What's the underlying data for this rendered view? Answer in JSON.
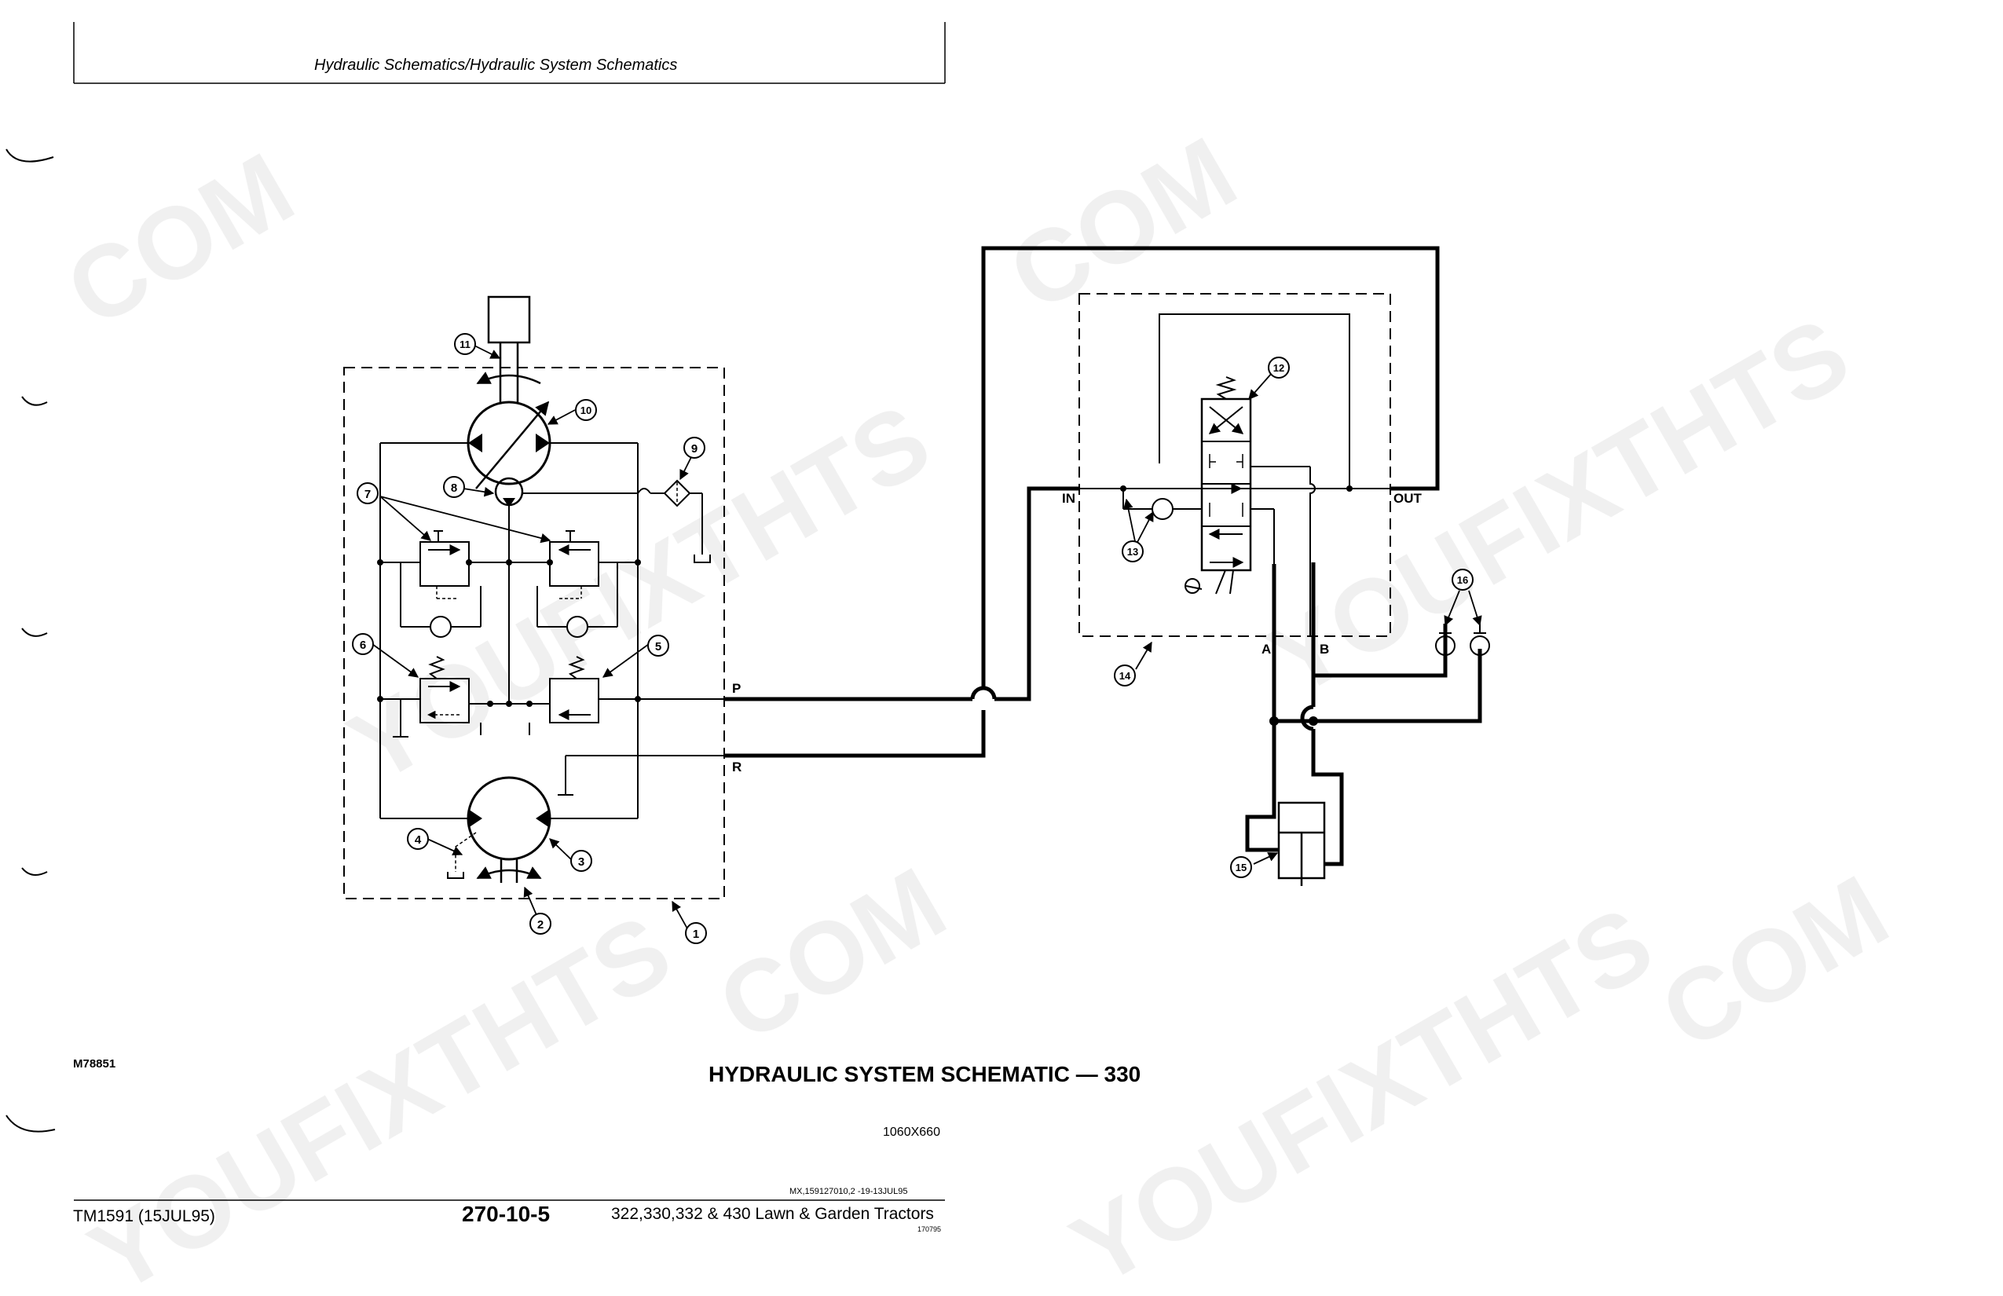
{
  "header": {
    "title": "Hydraulic Schematics/Hydraulic System Schematics"
  },
  "figure": {
    "id": "M78851",
    "title": "HYDRAULIC SYSTEM SCHEMATIC — 330",
    "size_code": "1060X660"
  },
  "footer": {
    "doc_code": "MX,159127010,2 -19-13JUL95",
    "manual_id": "TM1591 (15JUL95)",
    "page_number": "270-10-5",
    "models": "322,330,332 & 430 Lawn & Garden Tractors",
    "stamp": "170795"
  },
  "ports": {
    "p": "P",
    "r": "R",
    "in": "IN",
    "out": "OUT",
    "a": "A",
    "b": "B"
  },
  "callouts": [
    "1",
    "2",
    "3",
    "4",
    "5",
    "6",
    "7",
    "8",
    "9",
    "10",
    "11",
    "12",
    "13",
    "14",
    "15",
    "16"
  ],
  "watermark": {
    "line1": "COM",
    "line2": "YOUFIXTHTS"
  }
}
